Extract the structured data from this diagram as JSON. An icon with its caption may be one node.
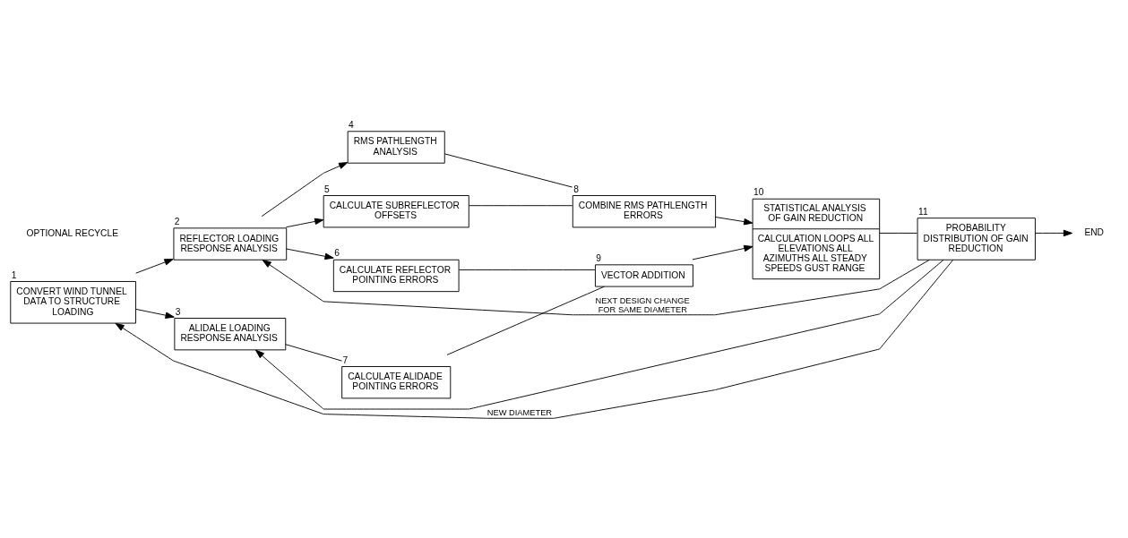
{
  "diagram": {
    "nodes": [
      {
        "text": [
          "CONVERT WIND TUNNEL DATA TO STRUCTURE LOADING"
        ],
        "beside": [
          "1"
        ]
      },
      {
        "text": [
          "REFLECTOR LOADING RESPONSE ANALYSIS"
        ],
        "beside": [
          "2"
        ]
      },
      {
        "text": [
          "ALIDALE LOADING RESPONSE ANALYSIS"
        ],
        "beside": [
          "3"
        ]
      },
      {
        "text": [
          "RMS PATHLENGTH ANALYSIS"
        ],
        "beside": [
          "4"
        ]
      },
      {
        "text": [
          "CALCULATE SUBREFLECTOR OFFSETS"
        ],
        "beside": [
          "5"
        ]
      },
      {
        "text": [
          "CALCULATE REFLECTOR POINTING ERRORS"
        ],
        "beside": [
          "6"
        ]
      },
      {
        "text": [
          "CALCULATE ALIDADE POINTING ERRORS"
        ],
        "beside": [
          "7"
        ]
      },
      {
        "text": [
          "COMBINE RMS PATHLENGTH ERRORS"
        ],
        "beside": [
          "8"
        ]
      },
      {
        "text": [
          "VECTOR ADDITION"
        ],
        "beside": [
          "9"
        ]
      },
      {
        "text": [
          "STATISTICAL ANALYSIS OF GAIN REDUCTION",
          "CALCULATION LOOPS ALL ELEVATIONS ALL AZIMUTHS ALL STEADY SPEEDS GUST RANGE"
        ],
        "beside": [
          "10"
        ]
      },
      {
        "text": [
          "PROBABILITY DISTRIBUTION OF GAIN REDUCTION"
        ],
        "beside": [
          "11"
        ]
      },
      {
        "text": [
          "END"
        ]
      }
    ],
    "edges": [
      {
        "from": 0,
        "to": 1,
        "arrow": "to"
      },
      {
        "from": 0,
        "to": 2,
        "arrow": "to"
      },
      {
        "from": 1,
        "to": 3,
        "arrow": "to"
      },
      {
        "from": 1,
        "to": 4,
        "arrow": "to"
      },
      {
        "from": 1,
        "to": 5,
        "arrow": "to"
      },
      {
        "from": 2,
        "to": 6,
        "arrow": "none"
      },
      {
        "from": 3,
        "to": 7,
        "arrow": "none"
      },
      {
        "from": 4,
        "to": 7,
        "arrow": "none"
      },
      {
        "from": 5,
        "to": 8,
        "arrow": "none"
      },
      {
        "from": 6,
        "to": 8,
        "arrow": "none"
      },
      {
        "from": 7,
        "to": 9,
        "arrow": "to"
      },
      {
        "from": 8,
        "to": 9,
        "arrow": "to"
      },
      {
        "from": 9,
        "to": 10,
        "arrow": "none"
      },
      {
        "from": 10,
        "to": 11,
        "arrow": "to"
      },
      {
        "from": 10,
        "to": 0,
        "arrow": "to",
        "label": "NEW DIAMETER"
      },
      {
        "from": 10,
        "to": 1,
        "arrow": "to",
        "label": "NEXT DESIGN CHANGE FOR SAME DIAMETER"
      },
      {
        "from": 10,
        "to": 2,
        "arrow": "to"
      }
    ],
    "labels": [
      "OPTIONAL RECYCLE"
    ]
  }
}
